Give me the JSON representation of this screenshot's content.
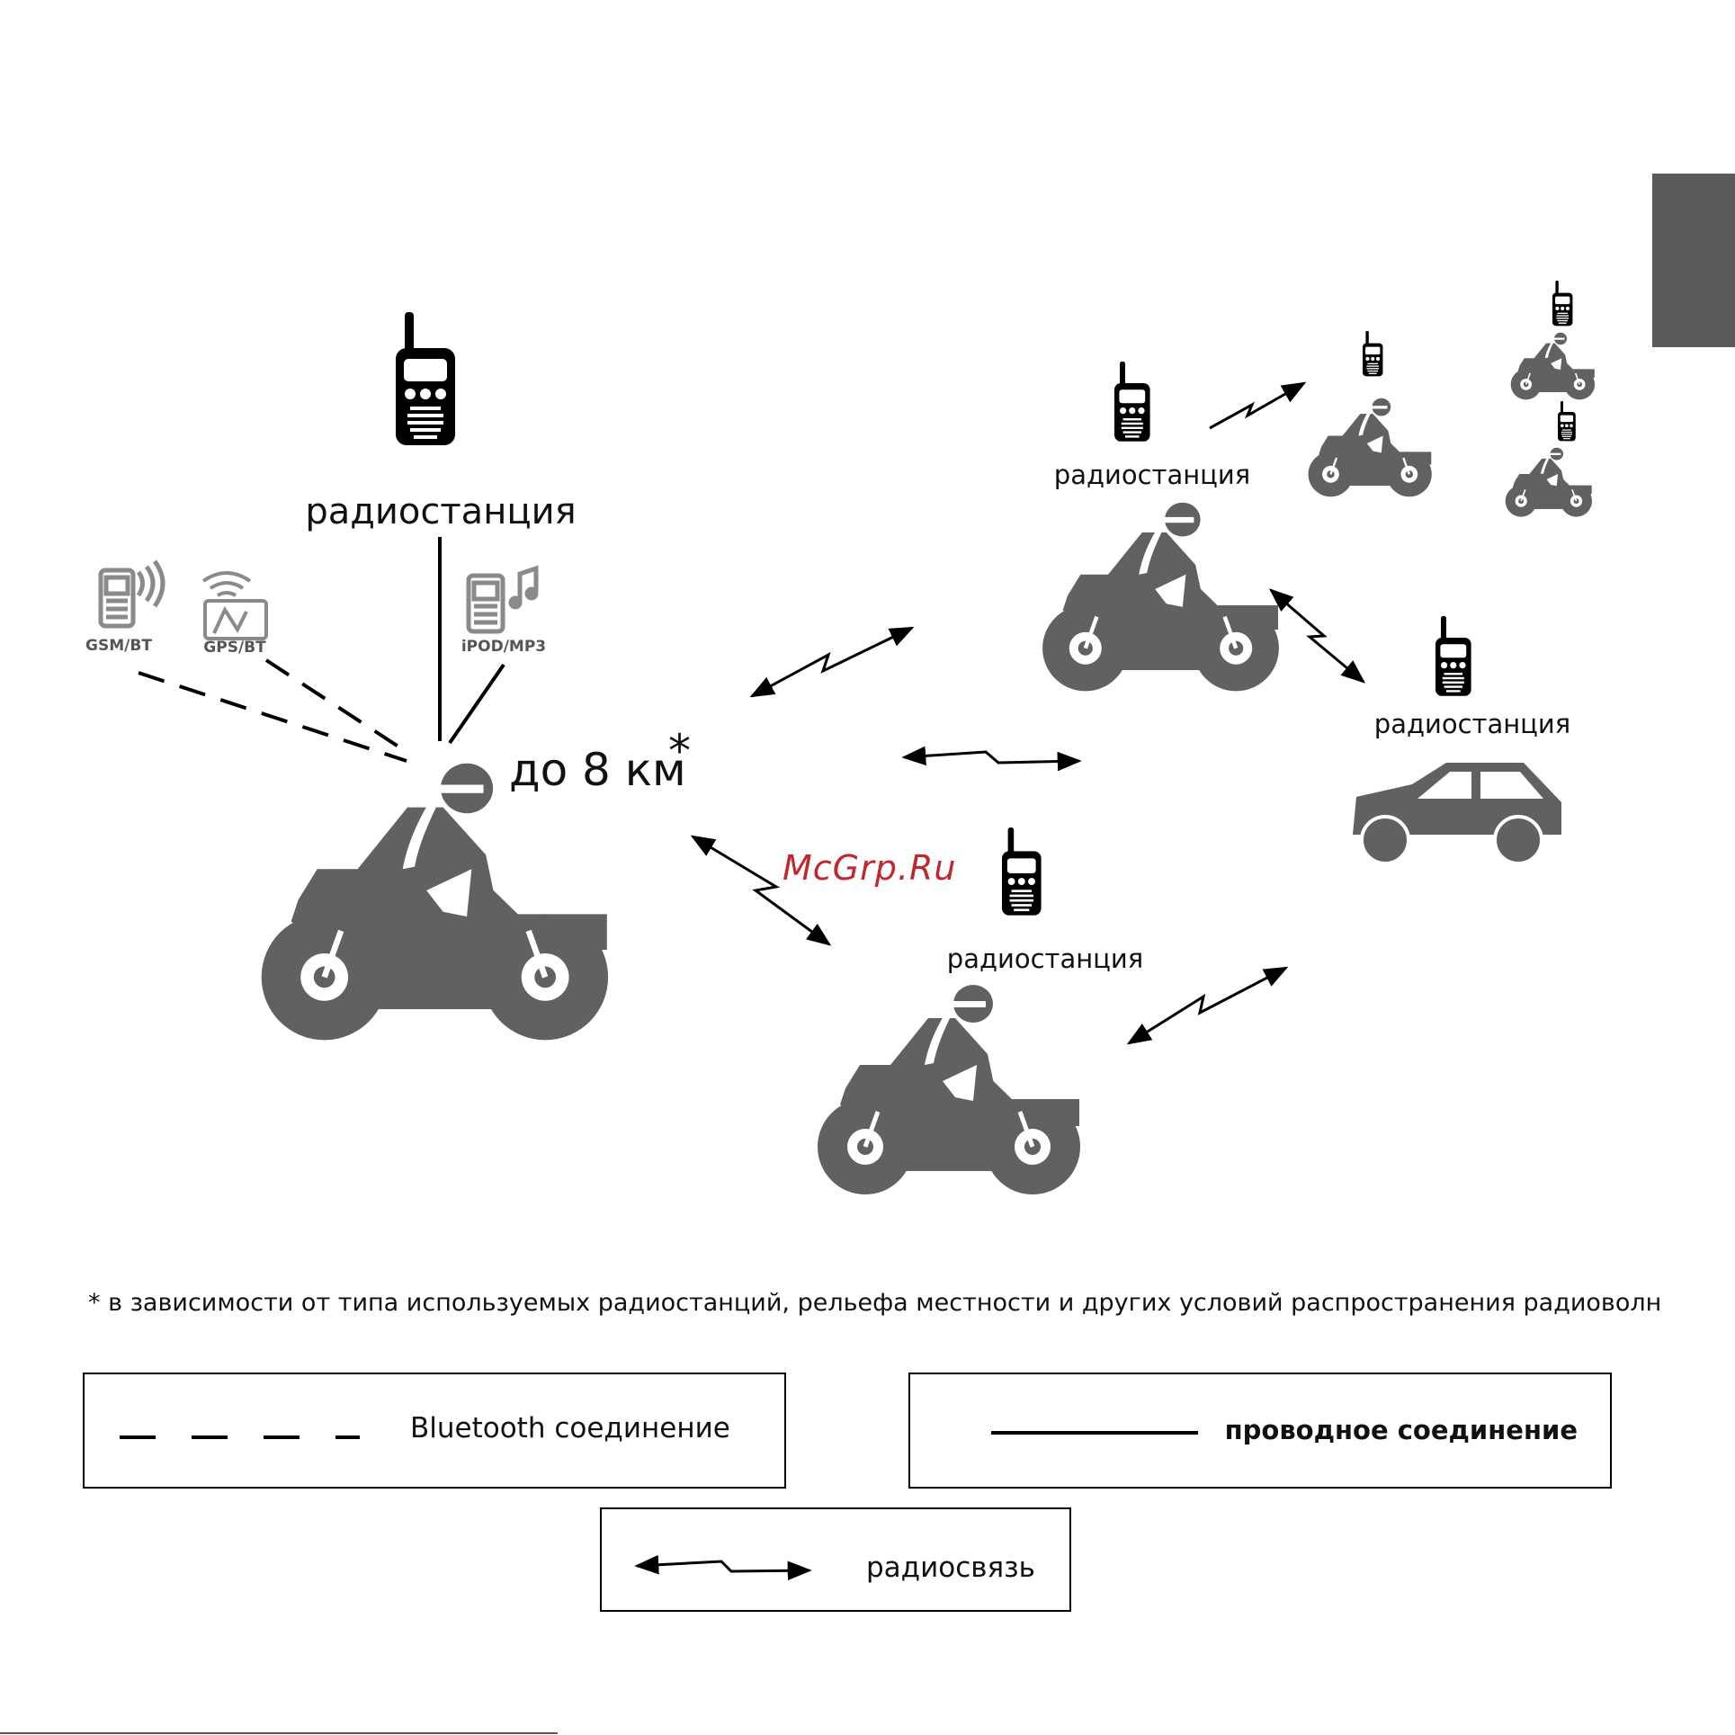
{
  "labels": {
    "radio_main": "радиостанция",
    "radio_top": "радиостанция",
    "radio_right": "радиостанция",
    "radio_bottom": "радиостанция",
    "gsm": "GSM/BT",
    "gps": "GPS/BT",
    "ipod": "iPOD/MP3",
    "distance": "до 8 км",
    "asterisk": "*",
    "watermark": "McGrp.Ru"
  },
  "footnote": "* в зависимости от типа используемых радиостанций, рельефа местности и других условий распространения радиоволн",
  "legend": {
    "bluetooth": "Bluetooth  соединение",
    "wired": "проводное соединение",
    "radio": "радиосвязь"
  },
  "colors": {
    "vehicle": "#616161",
    "device_icon": "#000000",
    "side_tab": "#5a5a5a",
    "watermark": "#c1272d"
  },
  "icons": [
    "walkie-talkie-icon",
    "motorcycle-rider-icon",
    "car-icon",
    "phone-icon",
    "gps-navigator-icon",
    "music-player-icon"
  ]
}
